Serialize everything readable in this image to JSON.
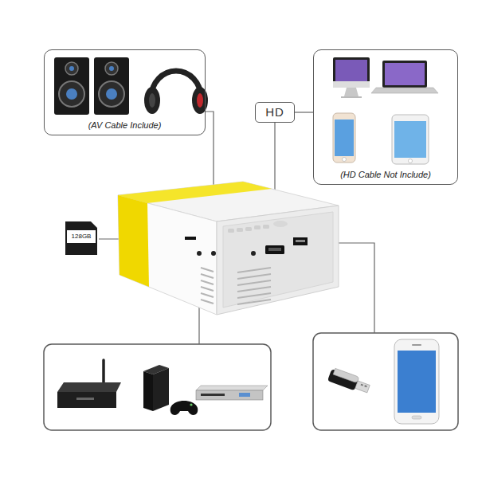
{
  "diagram": {
    "nodes": [
      {
        "text": [
          "(AV Cable Include)"
        ]
      },
      {
        "text": [
          "HD"
        ]
      },
      {
        "text": [
          "(HD Cable Not Include)"
        ]
      }
    ],
    "edges": [
      {
        "from": 1,
        "to": 2,
        "arrow": "none"
      }
    ],
    "labels": [
      "128GB"
    ]
  }
}
